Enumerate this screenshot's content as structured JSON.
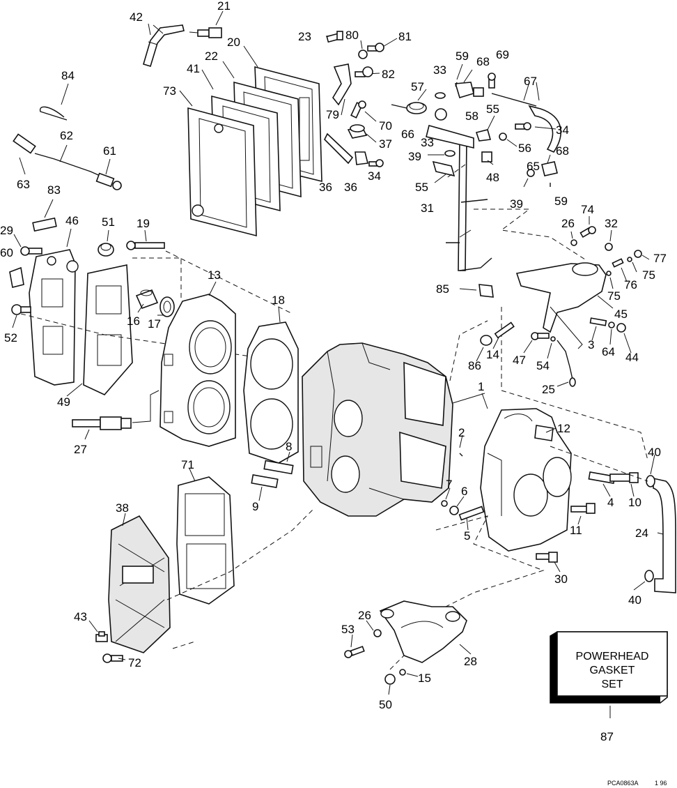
{
  "callouts": [
    {
      "id": "c21",
      "text": "21"
    },
    {
      "id": "c42",
      "text": "42"
    },
    {
      "id": "c23",
      "text": "23"
    },
    {
      "id": "c80",
      "text": "80"
    },
    {
      "id": "c81",
      "text": "81"
    },
    {
      "id": "c20",
      "text": "20"
    },
    {
      "id": "c22",
      "text": "22"
    },
    {
      "id": "c82",
      "text": "82"
    },
    {
      "id": "c41",
      "text": "41"
    },
    {
      "id": "c73",
      "text": "73"
    },
    {
      "id": "c84",
      "text": "84"
    },
    {
      "id": "c62",
      "text": "62"
    },
    {
      "id": "c61",
      "text": "61"
    },
    {
      "id": "c63",
      "text": "63"
    },
    {
      "id": "c59a",
      "text": "59"
    },
    {
      "id": "c68a",
      "text": "68"
    },
    {
      "id": "c69",
      "text": "69"
    },
    {
      "id": "c33a",
      "text": "33"
    },
    {
      "id": "c67",
      "text": "67"
    },
    {
      "id": "c57",
      "text": "57"
    },
    {
      "id": "c58",
      "text": "58"
    },
    {
      "id": "c55a",
      "text": "55"
    },
    {
      "id": "c79",
      "text": "79"
    },
    {
      "id": "c70",
      "text": "70"
    },
    {
      "id": "c66",
      "text": "66"
    },
    {
      "id": "c34a",
      "text": "34"
    },
    {
      "id": "c37",
      "text": "37"
    },
    {
      "id": "c33b",
      "text": "33"
    },
    {
      "id": "c56",
      "text": "56"
    },
    {
      "id": "c68b",
      "text": "68"
    },
    {
      "id": "c39a",
      "text": "39"
    },
    {
      "id": "c48",
      "text": "48"
    },
    {
      "id": "c65",
      "text": "65"
    },
    {
      "id": "c36a",
      "text": "36"
    },
    {
      "id": "c36b",
      "text": "36"
    },
    {
      "id": "c34b",
      "text": "34"
    },
    {
      "id": "c55b",
      "text": "55"
    },
    {
      "id": "c39b",
      "text": "39"
    },
    {
      "id": "c59b",
      "text": "59"
    },
    {
      "id": "c31",
      "text": "31"
    },
    {
      "id": "c83",
      "text": "83"
    },
    {
      "id": "c51",
      "text": "51"
    },
    {
      "id": "c19",
      "text": "19"
    },
    {
      "id": "c46",
      "text": "46"
    },
    {
      "id": "c29",
      "text": "29"
    },
    {
      "id": "c74",
      "text": "74"
    },
    {
      "id": "c26a",
      "text": "26"
    },
    {
      "id": "c32",
      "text": "32"
    },
    {
      "id": "c60",
      "text": "60"
    },
    {
      "id": "c77",
      "text": "77"
    },
    {
      "id": "c75a",
      "text": "75"
    },
    {
      "id": "c76",
      "text": "76"
    },
    {
      "id": "c75b",
      "text": "75"
    },
    {
      "id": "c13",
      "text": "13"
    },
    {
      "id": "c85",
      "text": "85"
    },
    {
      "id": "c45",
      "text": "45"
    },
    {
      "id": "c18",
      "text": "18"
    },
    {
      "id": "c16",
      "text": "16"
    },
    {
      "id": "c17",
      "text": "17"
    },
    {
      "id": "c52",
      "text": "52"
    },
    {
      "id": "c3",
      "text": "3"
    },
    {
      "id": "c64",
      "text": "64"
    },
    {
      "id": "c44",
      "text": "44"
    },
    {
      "id": "c14",
      "text": "14"
    },
    {
      "id": "c47",
      "text": "47"
    },
    {
      "id": "c54",
      "text": "54"
    },
    {
      "id": "c86",
      "text": "86"
    },
    {
      "id": "c49",
      "text": "49"
    },
    {
      "id": "c25",
      "text": "25"
    },
    {
      "id": "c1",
      "text": "1"
    },
    {
      "id": "c12",
      "text": "12"
    },
    {
      "id": "c27",
      "text": "27"
    },
    {
      "id": "c2",
      "text": "2"
    },
    {
      "id": "c40a",
      "text": "40"
    },
    {
      "id": "c8",
      "text": "8"
    },
    {
      "id": "c71",
      "text": "71"
    },
    {
      "id": "c9",
      "text": "9"
    },
    {
      "id": "c7",
      "text": "7"
    },
    {
      "id": "c6",
      "text": "6"
    },
    {
      "id": "c4",
      "text": "4"
    },
    {
      "id": "c10",
      "text": "10"
    },
    {
      "id": "c38",
      "text": "38"
    },
    {
      "id": "c11",
      "text": "11"
    },
    {
      "id": "c5",
      "text": "5"
    },
    {
      "id": "c24",
      "text": "24"
    },
    {
      "id": "c30",
      "text": "30"
    },
    {
      "id": "c40b",
      "text": "40"
    },
    {
      "id": "c43",
      "text": "43"
    },
    {
      "id": "c26b",
      "text": "26"
    },
    {
      "id": "c53",
      "text": "53"
    },
    {
      "id": "c28",
      "text": "28"
    },
    {
      "id": "c72",
      "text": "72"
    },
    {
      "id": "c15",
      "text": "15"
    },
    {
      "id": "c50",
      "text": "50"
    },
    {
      "id": "c87",
      "text": "87"
    }
  ],
  "gasket_box": {
    "line1": "POWERHEAD",
    "line2": "GASKET",
    "line3": "SET"
  },
  "footer": {
    "ref": "PCA0863A",
    "date": "1 96"
  }
}
